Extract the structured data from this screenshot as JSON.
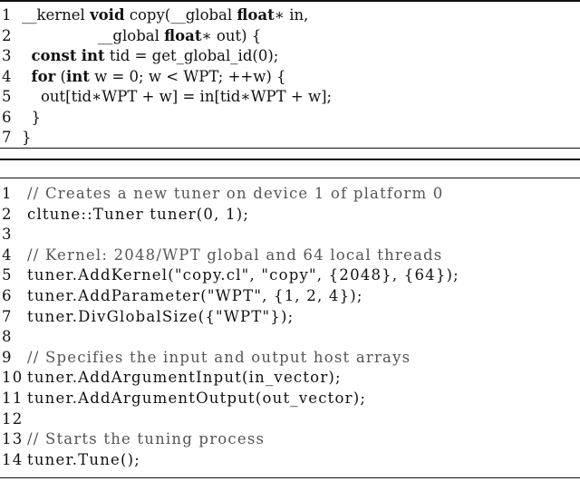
{
  "listing_a": {
    "lines": [
      {
        "no": "1",
        "tokens": [
          {
            "t": "__kernel ",
            "k": "plain"
          },
          {
            "t": "void",
            "k": "kw"
          },
          {
            "t": " copy(__global ",
            "k": "plain"
          },
          {
            "t": "float",
            "k": "kw"
          },
          {
            "t": "∗ in,",
            "k": "plain"
          }
        ]
      },
      {
        "no": "2",
        "tokens": [
          {
            "t": "                __global ",
            "k": "plain"
          },
          {
            "t": "float",
            "k": "kw"
          },
          {
            "t": "∗ out) {",
            "k": "plain"
          }
        ]
      },
      {
        "no": "3",
        "tokens": [
          {
            "t": "  ",
            "k": "plain"
          },
          {
            "t": "const",
            "k": "kw"
          },
          {
            "t": " ",
            "k": "plain"
          },
          {
            "t": "int",
            "k": "kw"
          },
          {
            "t": " tid = get_global_id(0);",
            "k": "plain"
          }
        ]
      },
      {
        "no": "4",
        "tokens": [
          {
            "t": "  ",
            "k": "plain"
          },
          {
            "t": "for",
            "k": "kw"
          },
          {
            "t": " (",
            "k": "plain"
          },
          {
            "t": "int",
            "k": "kw"
          },
          {
            "t": " w = 0; w < WPT; ++w) {",
            "k": "plain"
          }
        ]
      },
      {
        "no": "5",
        "tokens": [
          {
            "t": "    out[tid∗WPT + w] = in[tid∗WPT + w];",
            "k": "plain"
          }
        ]
      },
      {
        "no": "6",
        "tokens": [
          {
            "t": "  }",
            "k": "plain"
          }
        ]
      },
      {
        "no": "7",
        "tokens": [
          {
            "t": "}",
            "k": "plain"
          }
        ]
      }
    ]
  },
  "listing_b": {
    "lines": [
      {
        "no": "1",
        "tokens": [
          {
            "t": "// Creates a new tuner on device 1 of platform 0",
            "k": "comment"
          }
        ]
      },
      {
        "no": "2",
        "tokens": [
          {
            "t": "cltune::Tuner tuner(0, 1);",
            "k": "plain"
          }
        ]
      },
      {
        "no": "3",
        "tokens": []
      },
      {
        "no": "4",
        "tokens": [
          {
            "t": "// Kernel: 2048/WPT global and 64 local threads",
            "k": "comment"
          }
        ]
      },
      {
        "no": "5",
        "tokens": [
          {
            "t": "tuner.AddKernel(\"copy.cl\", \"copy\", {2048}, {64});",
            "k": "plain"
          }
        ]
      },
      {
        "no": "6",
        "tokens": [
          {
            "t": "tuner.AddParameter(\"WPT\", {1, 2, 4});",
            "k": "plain"
          }
        ]
      },
      {
        "no": "7",
        "tokens": [
          {
            "t": "tuner.DivGlobalSize({\"WPT\"});",
            "k": "plain"
          }
        ]
      },
      {
        "no": "8",
        "tokens": []
      },
      {
        "no": "9",
        "tokens": [
          {
            "t": "// Specifies the input and output host arrays",
            "k": "comment"
          }
        ]
      },
      {
        "no": "10",
        "tokens": [
          {
            "t": "tuner.AddArgumentInput(in_vector);",
            "k": "plain"
          }
        ]
      },
      {
        "no": "11",
        "tokens": [
          {
            "t": "tuner.AddArgumentOutput(out_vector);",
            "k": "plain"
          }
        ]
      },
      {
        "no": "12",
        "tokens": []
      },
      {
        "no": "13",
        "tokens": [
          {
            "t": "// Starts the tuning process",
            "k": "comment"
          }
        ]
      },
      {
        "no": "14",
        "tokens": [
          {
            "t": "tuner.Tune();",
            "k": "plain"
          }
        ]
      }
    ]
  }
}
